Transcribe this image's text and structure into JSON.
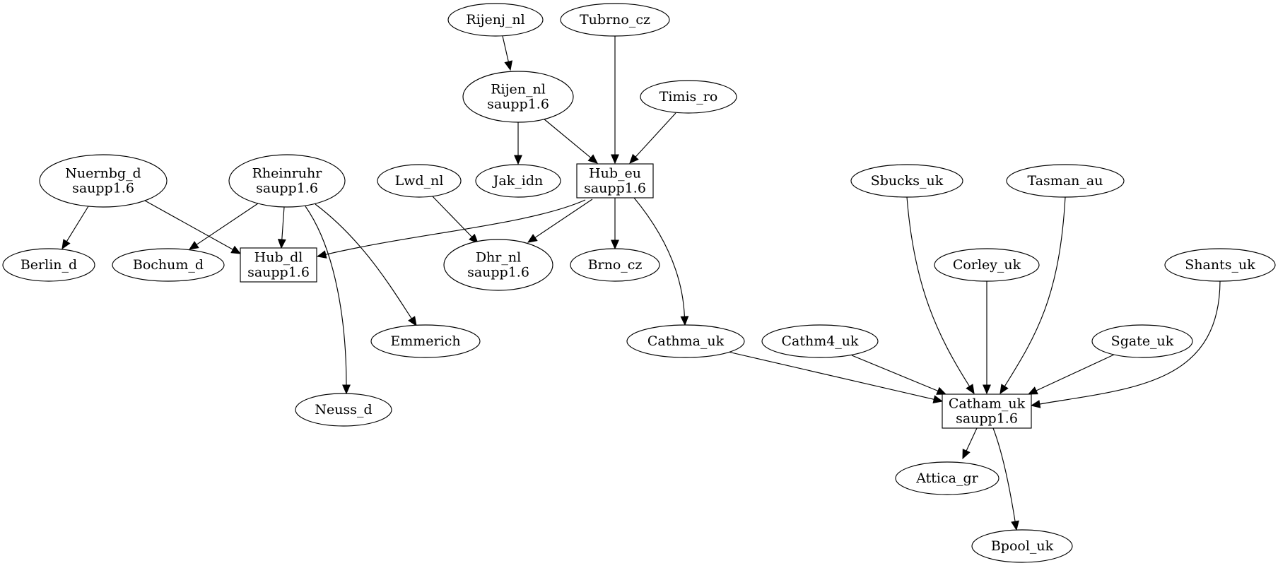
{
  "nodes": [
    {
      "id": "rijenj_nl",
      "shape": "ellipse",
      "lines": [
        "Rijenj_nl"
      ]
    },
    {
      "id": "tubrno_cz",
      "shape": "ellipse",
      "lines": [
        "Tubrno_cz"
      ]
    },
    {
      "id": "rijen_nl",
      "shape": "ellipse",
      "lines": [
        "Rijen_nl",
        "saupp1.6"
      ]
    },
    {
      "id": "timis_ro",
      "shape": "ellipse",
      "lines": [
        "Timis_ro"
      ]
    },
    {
      "id": "nuernbg_d",
      "shape": "ellipse",
      "lines": [
        "Nuernbg_d",
        "saupp1.6"
      ]
    },
    {
      "id": "rheinruhr",
      "shape": "ellipse",
      "lines": [
        "Rheinruhr",
        "saupp1.6"
      ]
    },
    {
      "id": "lwd_nl",
      "shape": "ellipse",
      "lines": [
        "Lwd_nl"
      ]
    },
    {
      "id": "jak_idn",
      "shape": "ellipse",
      "lines": [
        "Jak_idn"
      ]
    },
    {
      "id": "hub_eu",
      "shape": "box",
      "lines": [
        "Hub_eu",
        "saupp1.6"
      ]
    },
    {
      "id": "sbucks_uk",
      "shape": "ellipse",
      "lines": [
        "Sbucks_uk"
      ]
    },
    {
      "id": "tasman_au",
      "shape": "ellipse",
      "lines": [
        "Tasman_au"
      ]
    },
    {
      "id": "berlin_d",
      "shape": "ellipse",
      "lines": [
        "Berlin_d"
      ]
    },
    {
      "id": "bochum_d",
      "shape": "ellipse",
      "lines": [
        "Bochum_d"
      ]
    },
    {
      "id": "hub_dl",
      "shape": "box",
      "lines": [
        "Hub_dl",
        "saupp1.6"
      ]
    },
    {
      "id": "dhr_nl",
      "shape": "ellipse",
      "lines": [
        "Dhr_nl",
        "saupp1.6"
      ]
    },
    {
      "id": "brno_cz",
      "shape": "ellipse",
      "lines": [
        "Brno_cz"
      ]
    },
    {
      "id": "corley_uk",
      "shape": "ellipse",
      "lines": [
        "Corley_uk"
      ]
    },
    {
      "id": "shants_uk",
      "shape": "ellipse",
      "lines": [
        "Shants_uk"
      ]
    },
    {
      "id": "emmerich",
      "shape": "ellipse",
      "lines": [
        "Emmerich"
      ]
    },
    {
      "id": "cathma_uk",
      "shape": "ellipse",
      "lines": [
        "Cathma_uk"
      ]
    },
    {
      "id": "cathm4_uk",
      "shape": "ellipse",
      "lines": [
        "Cathm4_uk"
      ]
    },
    {
      "id": "sgate_uk",
      "shape": "ellipse",
      "lines": [
        "Sgate_uk"
      ]
    },
    {
      "id": "neuss_d",
      "shape": "ellipse",
      "lines": [
        "Neuss_d"
      ]
    },
    {
      "id": "catham_uk",
      "shape": "box",
      "lines": [
        "Catham_uk",
        "saupp1.6"
      ]
    },
    {
      "id": "attica_gr",
      "shape": "ellipse",
      "lines": [
        "Attica_gr"
      ]
    },
    {
      "id": "bpool_uk",
      "shape": "ellipse",
      "lines": [
        "Bpool_uk"
      ]
    }
  ],
  "edges": [
    {
      "from": "rijenj_nl",
      "to": "rijen_nl"
    },
    {
      "from": "rijen_nl",
      "to": "jak_idn"
    },
    {
      "from": "rijen_nl",
      "to": "hub_eu"
    },
    {
      "from": "tubrno_cz",
      "to": "hub_eu"
    },
    {
      "from": "timis_ro",
      "to": "hub_eu"
    },
    {
      "from": "nuernbg_d",
      "to": "berlin_d"
    },
    {
      "from": "nuernbg_d",
      "to": "hub_dl"
    },
    {
      "from": "rheinruhr",
      "to": "bochum_d"
    },
    {
      "from": "rheinruhr",
      "to": "hub_dl"
    },
    {
      "from": "rheinruhr",
      "to": "emmerich"
    },
    {
      "from": "rheinruhr",
      "to": "neuss_d"
    },
    {
      "from": "lwd_nl",
      "to": "dhr_nl"
    },
    {
      "from": "hub_eu",
      "to": "hub_dl"
    },
    {
      "from": "hub_eu",
      "to": "dhr_nl"
    },
    {
      "from": "hub_eu",
      "to": "brno_cz"
    },
    {
      "from": "hub_eu",
      "to": "cathma_uk"
    },
    {
      "from": "sbucks_uk",
      "to": "catham_uk"
    },
    {
      "from": "tasman_au",
      "to": "catham_uk"
    },
    {
      "from": "corley_uk",
      "to": "catham_uk"
    },
    {
      "from": "shants_uk",
      "to": "catham_uk"
    },
    {
      "from": "cathma_uk",
      "to": "catham_uk"
    },
    {
      "from": "cathm4_uk",
      "to": "catham_uk"
    },
    {
      "from": "sgate_uk",
      "to": "catham_uk"
    },
    {
      "from": "catham_uk",
      "to": "attica_gr"
    },
    {
      "from": "catham_uk",
      "to": "bpool_uk"
    }
  ]
}
